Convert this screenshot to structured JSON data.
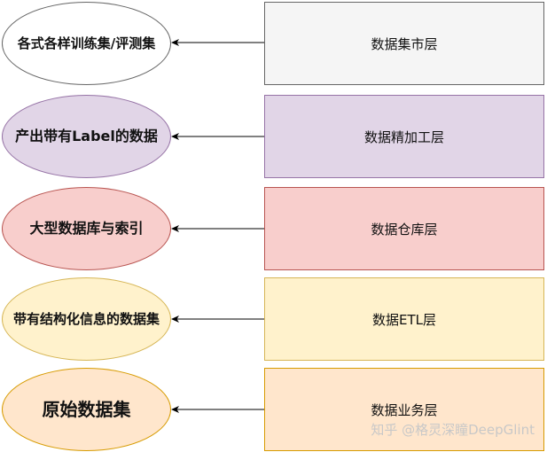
{
  "layers": [
    {
      "layer": "数据集市层",
      "output": "各式各样训练集/评测集",
      "box_fill": "#f5f5f5",
      "box_stroke": "#666666",
      "ellipse_fill": "#ffffff",
      "ellipse_stroke": "#666666"
    },
    {
      "layer": "数据精加工层",
      "output": "产出带有Label的数据",
      "box_fill": "#e1d5e7",
      "box_stroke": "#9673a6",
      "ellipse_fill": "#e1d5e7",
      "ellipse_stroke": "#9673a6"
    },
    {
      "layer": "数据仓库层",
      "output": "大型数据库与索引",
      "box_fill": "#f8cecc",
      "box_stroke": "#b85450",
      "ellipse_fill": "#f8cecc",
      "ellipse_stroke": "#b85450"
    },
    {
      "layer": "数据ETL层",
      "output": "带有结构化信息的数据集",
      "box_fill": "#fff2cc",
      "box_stroke": "#d6b656",
      "ellipse_fill": "#fff2cc",
      "ellipse_stroke": "#d6b656"
    },
    {
      "layer": "数据业务层",
      "output": "原始数据集",
      "box_fill": "#ffe6cc",
      "box_stroke": "#d79b00",
      "ellipse_fill": "#ffe6cc",
      "ellipse_stroke": "#d79b00"
    }
  ],
  "watermark": "知乎 @格灵深瞳DeepGlint"
}
